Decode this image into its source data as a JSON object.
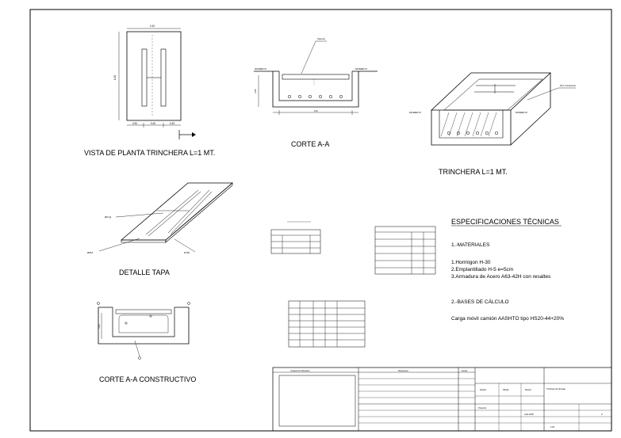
{
  "titles": {
    "plan_view": "VISTA DE PLANTA TRINCHERA L=1 MT.",
    "section_aa": "CORTE A-A",
    "trench_3d": "TRINCHERA L=1 MT.",
    "lid_detail": "DETALLE TAPA",
    "section_constructive": "CORTE A-A CONSTRUCTIVO"
  },
  "specs": {
    "heading": "ESPECIFICACIONES TÉCNICAS",
    "materials_heading": "1.-MATERIALES",
    "materials": [
      "1.Hormigon H-30",
      "2.Emplantillado H-5  e=5cm",
      "3.Armadura de Acero A63-42H con resaltes"
    ],
    "calc_heading": "2.-BASES DE CÁLCULO",
    "calc_line": "Carga móvil camión AASHTO tipo HS20-44+20%"
  },
  "callouts": {
    "lid_upper": "Ø22  @",
    "lid_left": "Ø28,8",
    "lid_right": "Ø 250",
    "tapa": "Tapa HA",
    "steel_plate": "Perf. Transversal",
    "pavement_left": "PAVIMENTO",
    "pavement_right": "PAVIMENTO",
    "dim_top": "1.00",
    "dim_side": "1.00",
    "dim_a": "0.30",
    "dim_b": "0.40",
    "dim_c": "0.30",
    "dim_section": "1.20",
    "dim_h": "0.80"
  },
  "title_block": {
    "drawing_col": "Croquis de Ubicación",
    "revisions_col": "Revisiones",
    "date_col": "Fecha",
    "designed": "Diseño",
    "drafted": "Dibujó",
    "reviewed": "Revisó",
    "project": "Proyecto",
    "project_name": "Trinchera de drenaje",
    "scale": "1:20",
    "sheet": "A",
    "date": "Julio 2020"
  }
}
